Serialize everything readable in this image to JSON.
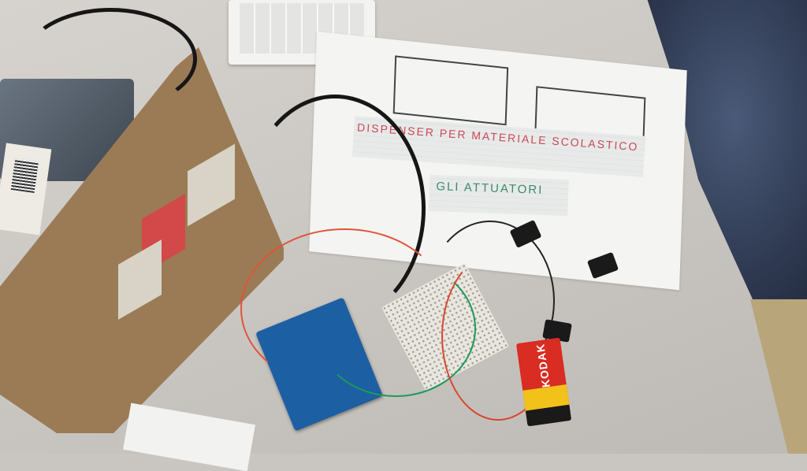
{
  "scene": {
    "description": "Desk with a cardboard dispenser prototype, Arduino Uno, breadboard, servos, a 9V battery, and a paper project sign",
    "sign": {
      "title": "DISPENSER PER MATERIALE SCOLASTICO",
      "subtitle": "GLI ATTUATORI",
      "title_color": "#c94a55",
      "subtitle_color": "#3b8b68"
    },
    "battery": {
      "brand": "KODAK",
      "body_color": "#d92c22",
      "band_color": "#f1c21a"
    },
    "board_color": "#1d5fa3",
    "cardboard_color": "#9a7b55"
  }
}
